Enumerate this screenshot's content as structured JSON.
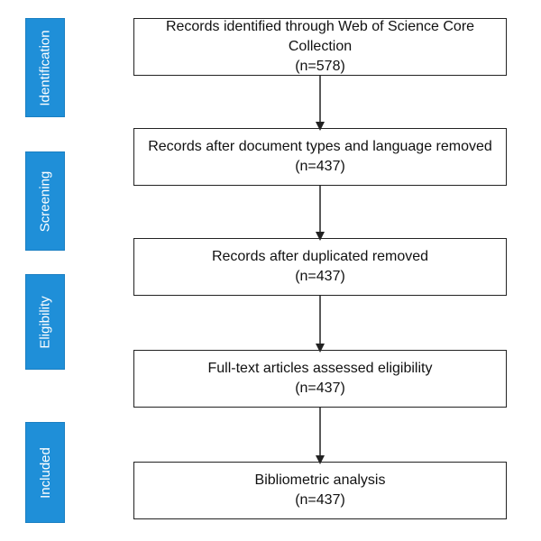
{
  "stages": [
    {
      "label": "Identification"
    },
    {
      "label": "Screening"
    },
    {
      "label": "Eligibility"
    },
    {
      "label": "Included"
    }
  ],
  "boxes": [
    {
      "title": "Records identified through Web of Science Core Collection",
      "count": "(n=578)"
    },
    {
      "title": "Records after document types and language removed",
      "count": "(n=437)"
    },
    {
      "title": "Records after duplicated removed",
      "count": "(n=437)"
    },
    {
      "title": "Full-text articles assessed eligibility",
      "count": "(n=437)"
    },
    {
      "title": "Bibliometric analysis",
      "count": "(n=437)"
    }
  ],
  "colors": {
    "stage_fill": "#1f8fd8",
    "box_border": "#222222",
    "arrow": "#222222"
  }
}
